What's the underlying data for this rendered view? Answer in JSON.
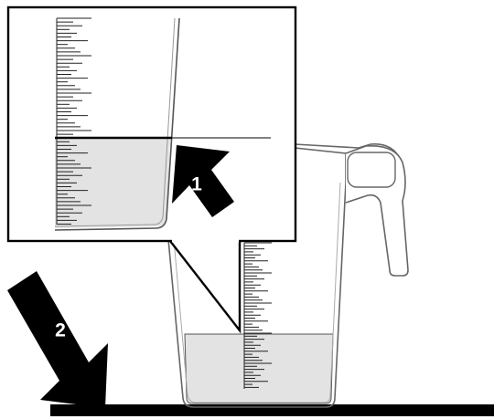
{
  "diagram": {
    "callouts": [
      {
        "number": "1"
      },
      {
        "number": "2"
      }
    ]
  },
  "colors": {
    "liquid": "#e3e3e3",
    "outline": "#000000",
    "jug_outline": "#777777",
    "surface": "#000000",
    "background": "#ffffff"
  },
  "icons": {
    "arrow_1": "arrow-pointing-up-left",
    "arrow_2": "arrow-pointing-down-right"
  }
}
